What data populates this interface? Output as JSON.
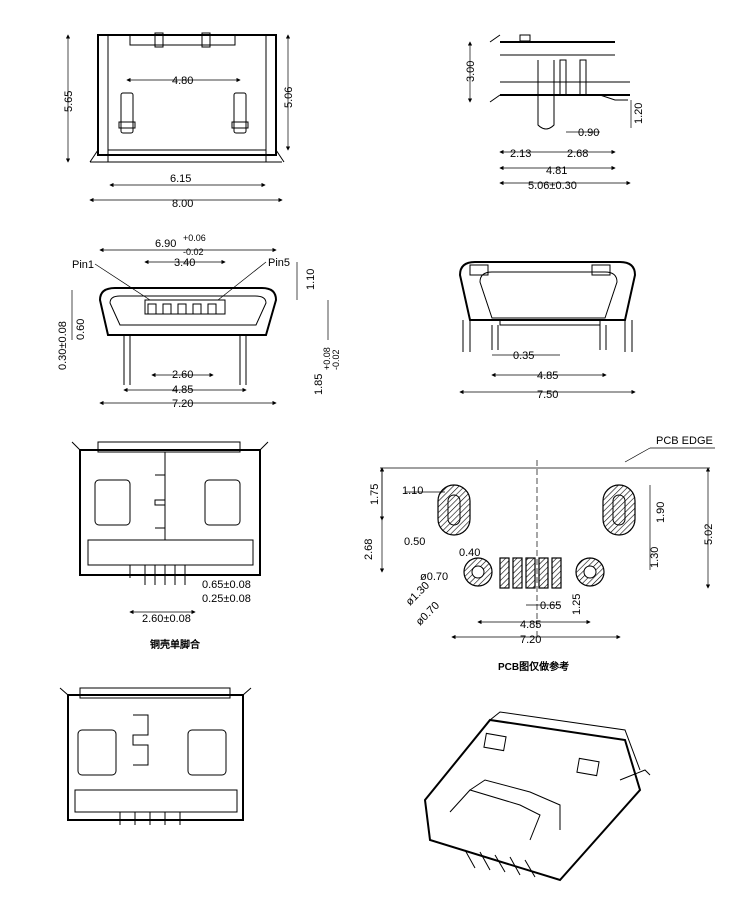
{
  "front_view": {
    "d_480": "4.80",
    "d_565": "5.65",
    "d_506": "5.06",
    "d_615": "6.15",
    "d_800": "8.00"
  },
  "side_view": {
    "d_300": "3.00",
    "d_120": "1.20",
    "d_090": "0.90",
    "d_213": "2.13",
    "d_268": "2.68",
    "d_481": "4.81",
    "d_506_tol": "5.06±0.30"
  },
  "pin_view": {
    "pin1": "Pin1",
    "pin5": "Pin5",
    "d_690": "6.90",
    "d_690_tol_up": "+0.06",
    "d_690_tol_dn": "-0.02",
    "d_340": "3.40",
    "d_110": "1.10",
    "d_030": "0.30±0.08",
    "d_060": "0.60",
    "d_185": "1.85",
    "d_185_tol_up": "+0.08",
    "d_185_tol_dn": "-0.02",
    "d_260": "2.60",
    "d_485": "4.85",
    "d_720": "7.20"
  },
  "end_view": {
    "d_035": "0.35",
    "d_485": "4.85",
    "d_750": "7.50"
  },
  "bottom_view": {
    "d_065": "0.65±0.08",
    "d_025": "0.25±0.08",
    "d_260": "2.60±0.08",
    "caption": "铜壳单脚合"
  },
  "pcb_layout": {
    "edge": "PCB EDGE",
    "d_175": "1.75",
    "d_110": "1.10",
    "d_190": "1.90",
    "d_268": "2.68",
    "d_050": "0.50",
    "d_040": "0.40",
    "d_130": "1.30",
    "d_502": "5.02",
    "phi070_a": "ø0.70",
    "phi130": "ø1.30",
    "phi070_b": "ø0.70",
    "d_065": "0.65",
    "d_125": "1.25",
    "d_485": "4.85",
    "d_720": "7.20",
    "caption": "PCB图仅做参考"
  }
}
